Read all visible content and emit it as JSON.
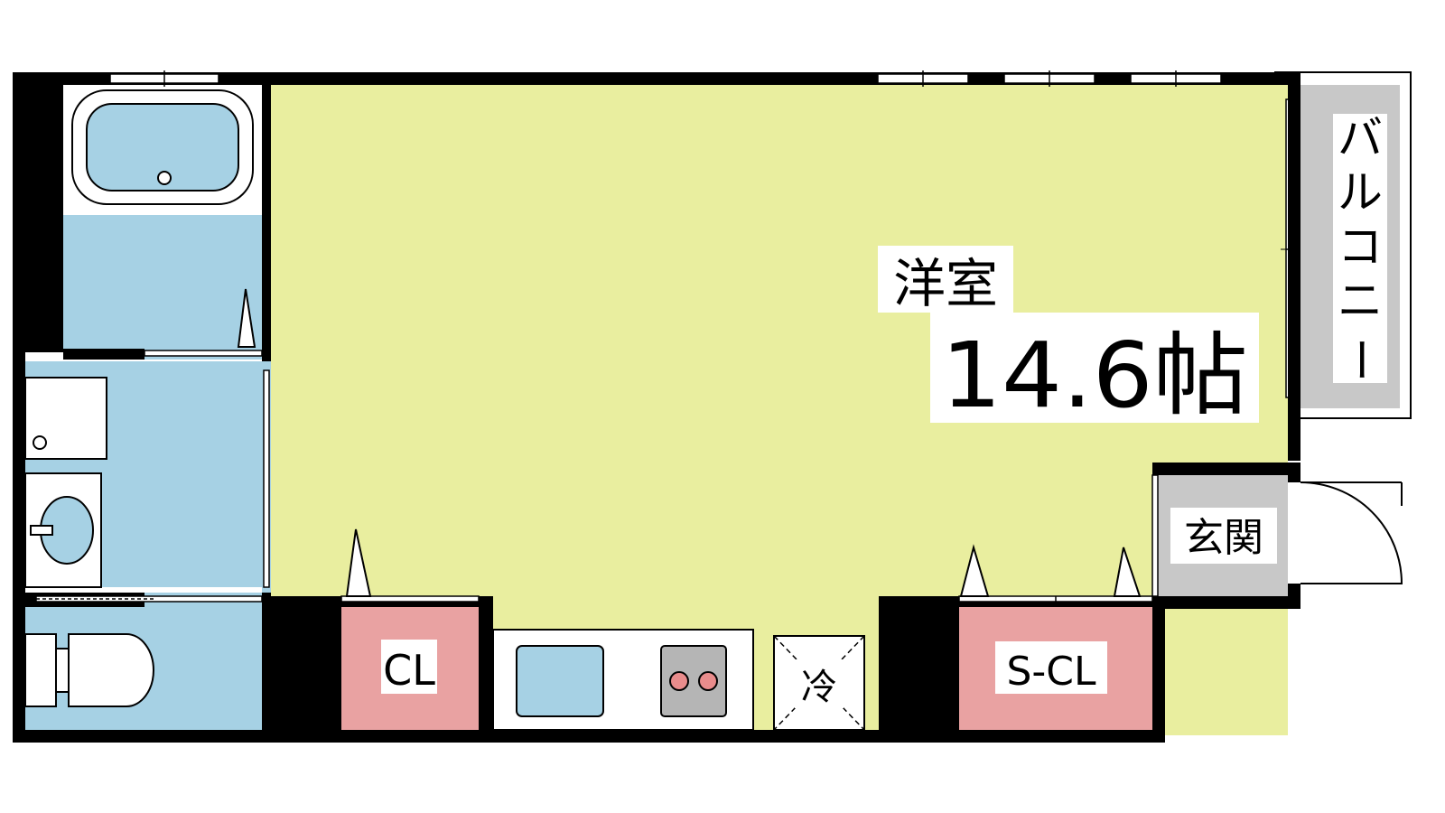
{
  "floor_plan": {
    "main_room": {
      "name": "洋室",
      "size": "14.6帖"
    },
    "balcony": {
      "name": "バルコニー",
      "chars": [
        "バ",
        "ル",
        "コ",
        "ニ",
        "ー"
      ]
    },
    "entrance": {
      "name": "玄関"
    },
    "closet": {
      "name": "CL"
    },
    "storage_closet": {
      "name": "S-CL"
    },
    "fridge": {
      "name": "冷"
    }
  },
  "colors": {
    "room": "#e9ee9f",
    "wet_area": "#a6d1e4",
    "closet": "#e9a2a2",
    "balcony": "#c8c8c8",
    "entrance": "#c8c8c8",
    "wall": "#000000",
    "stove_burner": "#e98c8c"
  }
}
